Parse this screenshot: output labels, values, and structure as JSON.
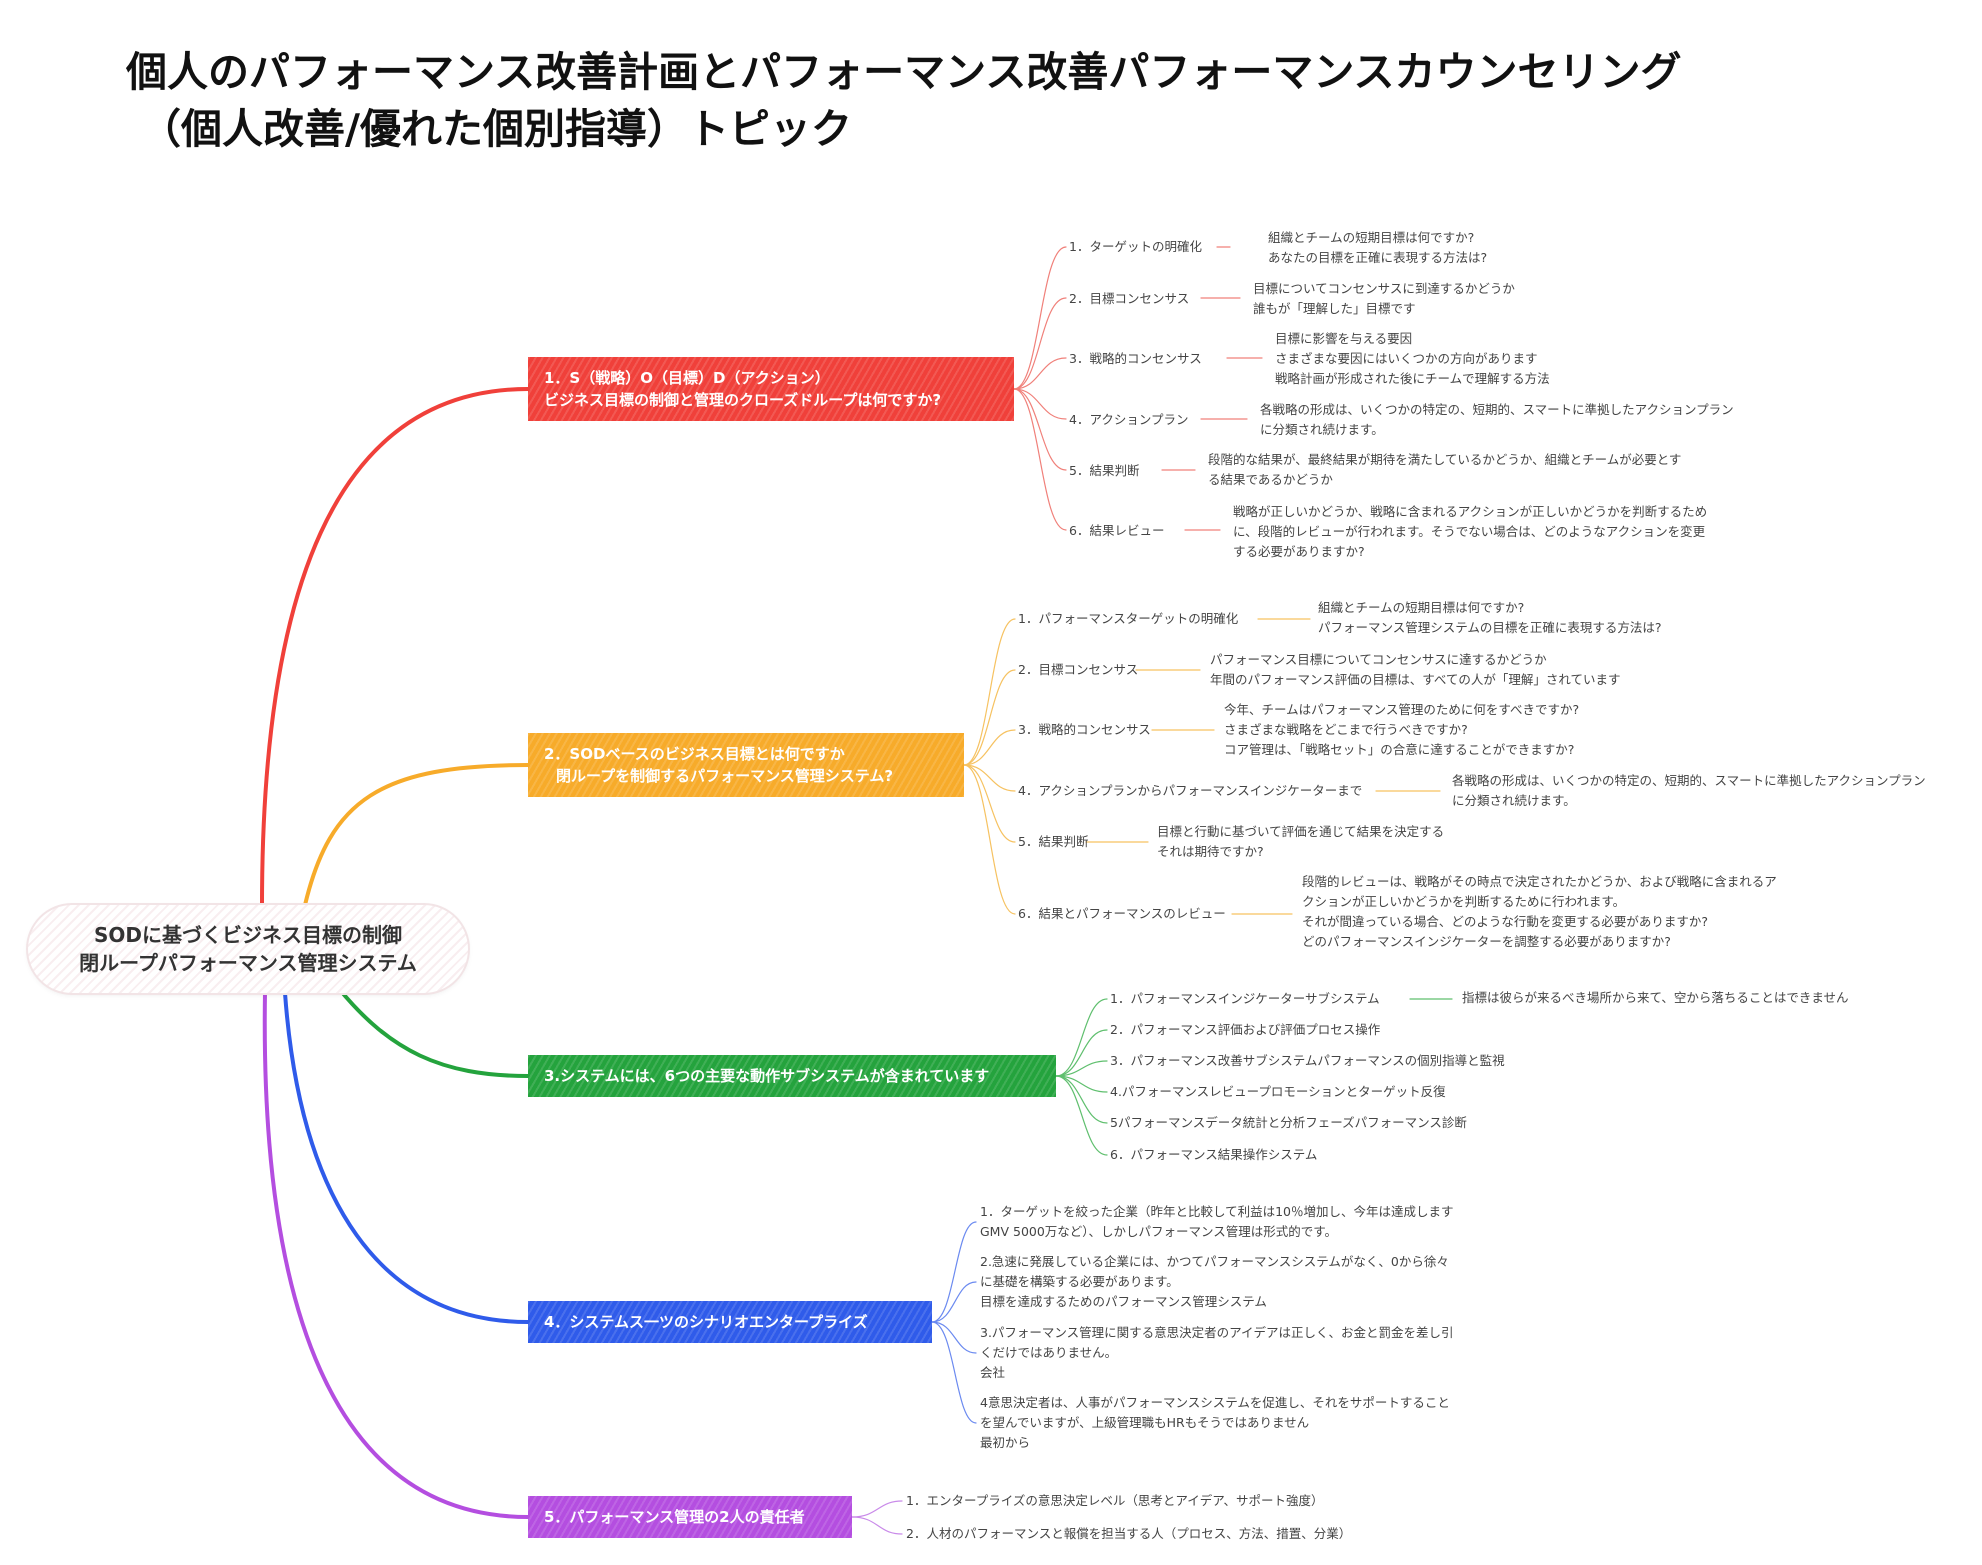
{
  "title": {
    "line1": "個人のパフォーマンス改善計画とパフォーマンス改善パフォーマンスカウンセリング",
    "line2": "（個人改善/優れた個別指導）トピック"
  },
  "root": {
    "line1": "SODに基づくビジネス目標の制御",
    "line2": "閉ループパフォーマンス管理システム"
  },
  "colors": {
    "b1": "#f0403a",
    "b2": "#f7ab2a",
    "b3": "#24a33d",
    "b4": "#2f5bea",
    "b5": "#b44ee0"
  },
  "branches": [
    {
      "line1": "1．S（戦略）O（目標）D（アクション）",
      "line2": "ビジネス目標の制御と管理のクローズドループは何ですか?",
      "items": [
        {
          "label": "1．ターゲットの明確化",
          "detail": [
            "組織とチームの短期目標は何ですか?",
            "あなたの目標を正確に表現する方法は?"
          ]
        },
        {
          "label": "2．目標コンセンサス",
          "detail": [
            "目標についてコンセンサスに到達するかどうか",
            "誰もが「理解した」目標です"
          ]
        },
        {
          "label": "3．戦略的コンセンサス",
          "detail": [
            "目標に影響を与える要因",
            "さまざまな要因にはいくつかの方向があります",
            "戦略計画が形成された後にチームで理解する方法"
          ]
        },
        {
          "label": "4．アクションプラン",
          "detail": [
            "各戦略の形成は、いくつかの特定の、短期的、スマートに準拠したアクションプラン",
            "に分類され続けます。"
          ]
        },
        {
          "label": "5．結果判断",
          "detail": [
            "段階的な結果が、最終結果が期待を満たしているかどうか、組織とチームが必要とす",
            "る結果であるかどうか"
          ]
        },
        {
          "label": "6．結果レビュー",
          "detail": [
            "戦略が正しいかどうか、戦略に含まれるアクションが正しいかどうかを判断するため",
            "に、段階的レビューが行われます。そうでない場合は、どのようなアクションを変更",
            "する必要がありますか?"
          ]
        }
      ]
    },
    {
      "line1": "2．SODベースのビジネス目標とは何ですか",
      "line2": "閉ループを制御するパフォーマンス管理システム?",
      "items": [
        {
          "label": "1．パフォーマンスターゲットの明確化",
          "detail": [
            "組織とチームの短期目標は何ですか?",
            "パフォーマンス管理システムの目標を正確に表現する方法は?"
          ]
        },
        {
          "label": "2．目標コンセンサス",
          "detail": [
            "パフォーマンス目標についてコンセンサスに達するかどうか",
            "年間のパフォーマンス評価の目標は、すべての人が「理解」されています"
          ]
        },
        {
          "label": "3．戦略的コンセンサス",
          "detail": [
            "今年、チームはパフォーマンス管理のために何をすべきですか?",
            "さまざまな戦略をどこまで行うべきですか?",
            "コア管理は、「戦略セット」の合意に達することができますか?"
          ]
        },
        {
          "label": "4．アクションプランからパフォーマンスインジケーターまで",
          "detail": [
            "各戦略の形成は、いくつかの特定の、短期的、スマートに準拠したアクションプラン",
            "に分類され続けます。"
          ]
        },
        {
          "label": "5．結果判断",
          "detail": [
            "目標と行動に基づいて評価を通じて結果を決定する",
            "それは期待ですか?"
          ]
        },
        {
          "label": "6．結果とパフォーマンスのレビュー",
          "detail": [
            "段階的レビューは、戦略がその時点で決定されたかどうか、および戦略に含まれるア",
            "クションが正しいかどうかを判断するために行われます。",
            "それが間違っている場合、どのような行動を変更する必要がありますか?",
            "どのパフォーマンスインジケーターを調整する必要がありますか?"
          ]
        }
      ]
    },
    {
      "line1": "3.システムには、6つの主要な動作サブシステムが含まれています",
      "items": [
        {
          "label": "1．パフォーマンスインジケーターサブシステム",
          "detail": [
            "指標は彼らが来るべき場所から来て、空から落ちることはできません"
          ]
        },
        {
          "label": "2．パフォーマンス評価および評価プロセス操作",
          "detail": []
        },
        {
          "label": "3．パフォーマンス改善サブシステムパフォーマンスの個別指導と監視",
          "detail": []
        },
        {
          "label": "4.パフォーマンスレビュープロモーションとターゲット反復",
          "detail": []
        },
        {
          "label": "5パフォーマンスデータ統計と分析フェーズパフォーマンス診断",
          "detail": []
        },
        {
          "label": "6．パフォーマンス結果操作システム",
          "detail": []
        }
      ]
    },
    {
      "line1": "4．システムス一ツのシナリオエンタープライズ",
      "items": [
        {
          "lines": [
            "1．ターゲットを絞った企業（昨年と比較して利益は10％増加し、今年は達成します",
            "GMV 5000万など）、しかしパフォーマンス管理は形式的です。"
          ]
        },
        {
          "lines": [
            "2.急速に発展している企業には、かつてパフォーマンスシステムがなく、0から徐々",
            "に基礎を構築する必要があります。",
            "目標を達成するためのパフォーマンス管理システム"
          ]
        },
        {
          "lines": [
            "3.パフォーマンス管理に関する意思決定者のアイデアは正しく、お金と罰金を差し引",
            "くだけではありません。",
            "会社"
          ]
        },
        {
          "lines": [
            "4意思決定者は、人事がパフォーマンスシステムを促進し、それをサポートすること",
            "を望んでいますが、上級管理職もHRもそうではありません",
            "最初から"
          ]
        }
      ]
    },
    {
      "line1": "5．パフォーマンス管理の2人の責任者",
      "items": [
        {
          "label": "1．エンタープライズの意思決定レベル（思考とアイデア、サポート強度）"
        },
        {
          "label": "2．人材のパフォーマンスと報償を担当する人（プロセス、方法、措置、分業）"
        }
      ]
    }
  ]
}
